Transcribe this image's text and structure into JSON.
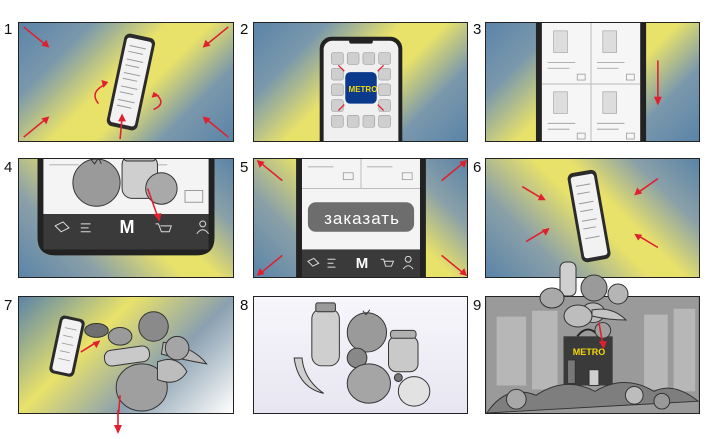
{
  "panels": [
    {
      "number": "1"
    },
    {
      "number": "2",
      "logo": "METRO"
    },
    {
      "number": "3"
    },
    {
      "number": "4",
      "nav_logo": "M"
    },
    {
      "number": "5",
      "order_button": "заказать",
      "nav_logo": "M"
    },
    {
      "number": "6"
    },
    {
      "number": "7"
    },
    {
      "number": "8"
    },
    {
      "number": "9",
      "bag_logo": "METRO"
    }
  ],
  "colors": {
    "blue": "#5b84a8",
    "yellow": "#e9e26a",
    "arrow": "#e0202e",
    "metro_blue": "#0b3a8c",
    "metro_yellow": "#f5d80a"
  }
}
